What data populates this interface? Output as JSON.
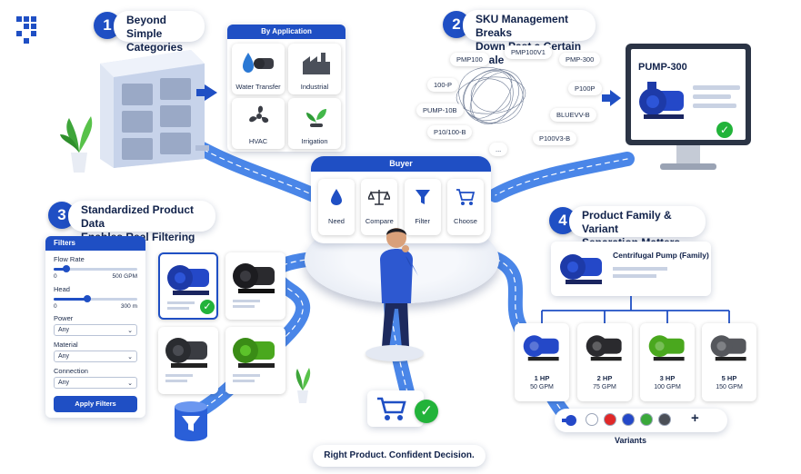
{
  "steps": {
    "s1": {
      "num": "1",
      "title_line1": "Beyond Simple",
      "title_line2": "Categories"
    },
    "s2": {
      "num": "2",
      "title_line1": "SKU Management Breaks",
      "title_line2": "Down Past a Certain Scale"
    },
    "s3": {
      "num": "3",
      "title_line1": "Standardized Product Data",
      "title_line2": "Enables Real Filtering"
    },
    "s4": {
      "num": "4",
      "title_line1": "Product Family & Variant",
      "title_line2": "Separation Matters"
    }
  },
  "application_card": {
    "header": "By Application",
    "items": [
      "Water Transfer",
      "Industrial",
      "HVAC",
      "Irrigation"
    ]
  },
  "skus": [
    "PMP100",
    "PMP100V1",
    "PMP-300",
    "100-P",
    "P100P",
    "PUMP-10B",
    "BLUEVV-B",
    "P10/100-B",
    "P100V3-B",
    "..."
  ],
  "monitor": {
    "title": "PUMP-300"
  },
  "buyer": {
    "header": "Buyer",
    "actions": [
      "Need",
      "Compare",
      "Filter",
      "Choose"
    ]
  },
  "filters": {
    "header": "Filters",
    "flow_label": "Flow Rate",
    "flow_min": "0",
    "flow_max": "500 GPM",
    "flow_fraction": 0.15,
    "head_label": "Head",
    "head_min": "0",
    "head_max": "300 m",
    "head_fraction": 0.4,
    "selects": [
      {
        "label": "Power",
        "value": "Any"
      },
      {
        "label": "Material",
        "value": "Any"
      },
      {
        "label": "Connection",
        "value": "Any"
      }
    ],
    "apply": "Apply Filters"
  },
  "family": {
    "title": "Centrifugal Pump (Family)"
  },
  "variants": [
    {
      "hp": "1 HP",
      "gpm": "50 GPM",
      "color": "#2448c8"
    },
    {
      "hp": "2 HP",
      "gpm": "75 GPM",
      "color": "#2a2a2e"
    },
    {
      "hp": "3 HP",
      "gpm": "100 GPM",
      "color": "#4aa81e"
    },
    {
      "hp": "5 HP",
      "gpm": "150 GPM",
      "color": "#55575c"
    }
  ],
  "variant_swatches": [
    "#ffffff",
    "#e02828",
    "#2448c8",
    "#3aa83a",
    "#4b4f57"
  ],
  "variants_label": "Variants",
  "plus": "+",
  "tagline": "Right Product. Confident Decision.",
  "colors": {
    "accent": "#1f4fc4",
    "road": "#4a86e8",
    "check": "#22b33a"
  }
}
